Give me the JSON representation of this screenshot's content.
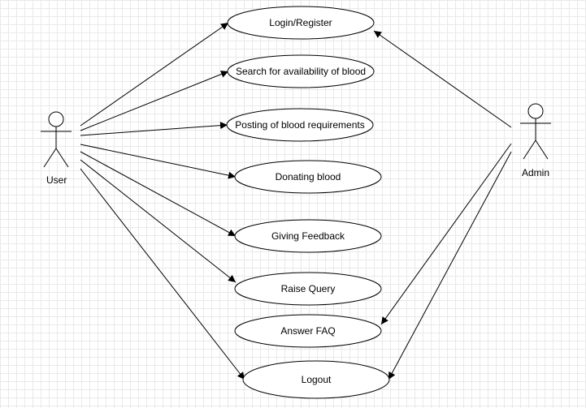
{
  "actors": {
    "user": {
      "label": "User"
    },
    "admin": {
      "label": "Admin"
    }
  },
  "use_cases": [
    {
      "id": "login",
      "label": "Login/Register"
    },
    {
      "id": "search",
      "label": "Search for availability of blood"
    },
    {
      "id": "posting",
      "label": "Posting of blood requirements"
    },
    {
      "id": "donating",
      "label": "Donating blood"
    },
    {
      "id": "feedback",
      "label": "Giving Feedback"
    },
    {
      "id": "query",
      "label": "Raise Query"
    },
    {
      "id": "faq",
      "label": "Answer FAQ"
    },
    {
      "id": "logout",
      "label": "Logout"
    }
  ],
  "associations": [
    {
      "from": "user",
      "to": "login"
    },
    {
      "from": "user",
      "to": "search"
    },
    {
      "from": "user",
      "to": "posting"
    },
    {
      "from": "user",
      "to": "donating"
    },
    {
      "from": "user",
      "to": "feedback"
    },
    {
      "from": "user",
      "to": "query"
    },
    {
      "from": "user",
      "to": "logout"
    },
    {
      "from": "admin",
      "to": "login"
    },
    {
      "from": "admin",
      "to": "faq"
    },
    {
      "from": "admin",
      "to": "logout"
    }
  ]
}
